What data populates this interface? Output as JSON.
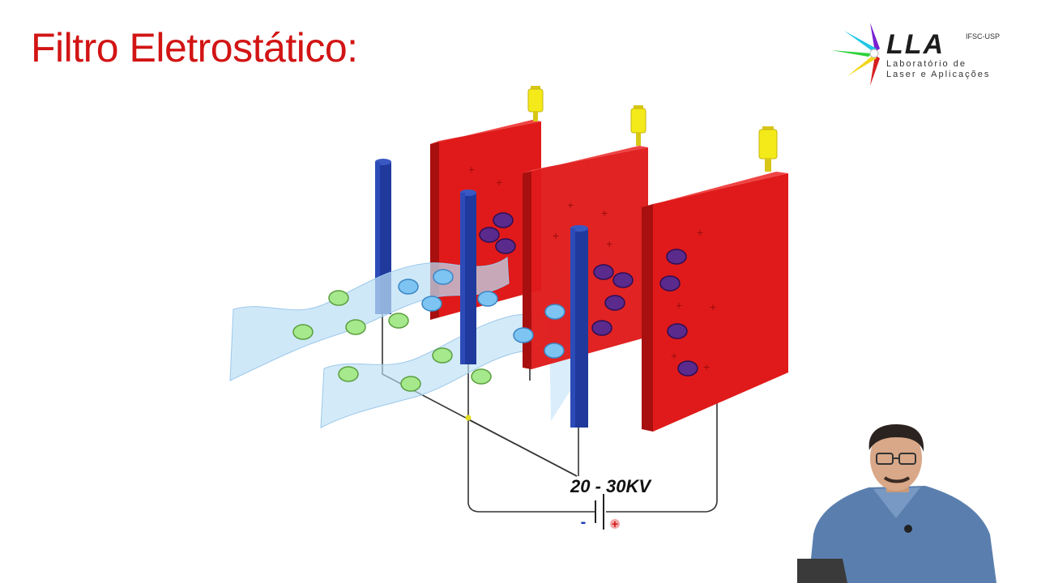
{
  "slide": {
    "title": "Filtro Eletrostático:"
  },
  "logo": {
    "letters": "LLA",
    "institution": "IFSC-USP",
    "line1": "Laboratório de",
    "line2": "Laser e Aplicações"
  },
  "diagram": {
    "voltage_label": "20 - 30KV",
    "battery_negative": "-",
    "battery_positive": "+",
    "colors": {
      "plate": "#e01a1a",
      "plate_side": "#a80f0f",
      "rod": "#1f3a9c",
      "insulator": "#f4ea1a",
      "neutral_particle": "#a6e88c",
      "negative_particle": "#7ec4f2",
      "collected_particle": "#5a2a8c",
      "gas_flow": "#bcdff5"
    }
  }
}
